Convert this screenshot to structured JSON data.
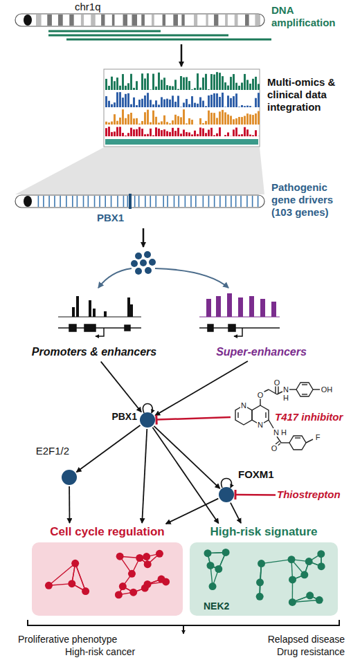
{
  "diagram": {
    "nodes": [
      {
        "text": [
          "Promoters & enhancers"
        ]
      },
      {
        "text": [
          "Super-enhancers"
        ]
      },
      {
        "text": [
          "PBX1"
        ]
      },
      {
        "text": [
          "T417 inhibitor"
        ]
      },
      {
        "text": [
          "E2F1/2"
        ]
      },
      {
        "text": [
          "FOXM1"
        ]
      },
      {
        "text": [
          "Thiostrepton"
        ]
      },
      {
        "text": [
          "Cell cycle regulation"
        ]
      },
      {
        "text": [
          "High-risk signature",
          "NEK2"
        ]
      }
    ],
    "edges": [
      {
        "from": 0,
        "to": 2,
        "arrow": "to"
      },
      {
        "from": 1,
        "to": 2,
        "arrow": "to"
      },
      {
        "from": 3,
        "to": 2,
        "arrow": "to"
      },
      {
        "from": 2,
        "to": 4,
        "arrow": "to"
      },
      {
        "from": 2,
        "to": 5,
        "arrow": "to"
      },
      {
        "from": 2,
        "to": 7,
        "arrow": "to"
      },
      {
        "from": 2,
        "to": 8,
        "arrow": "to"
      },
      {
        "from": 5,
        "to": 7,
        "arrow": "to"
      },
      {
        "from": 5,
        "to": 8,
        "arrow": "to"
      },
      {
        "from": 4,
        "to": 7,
        "arrow": "to"
      },
      {
        "from": 6,
        "to": 5,
        "arrow": "to"
      }
    ],
    "labels": [
      "chr1q",
      "DNA amplification",
      "Multi-omics & clinical data integration",
      "Pathogenic gene drivers (103 genes)",
      "PBX1",
      "N",
      "O",
      "O",
      "N",
      "H",
      "OH",
      "N",
      "N",
      "H",
      "O",
      "F",
      "Proliferative phenotype",
      "High-risk cancer",
      "Relapsed disease",
      "Drug resistance"
    ]
  }
}
